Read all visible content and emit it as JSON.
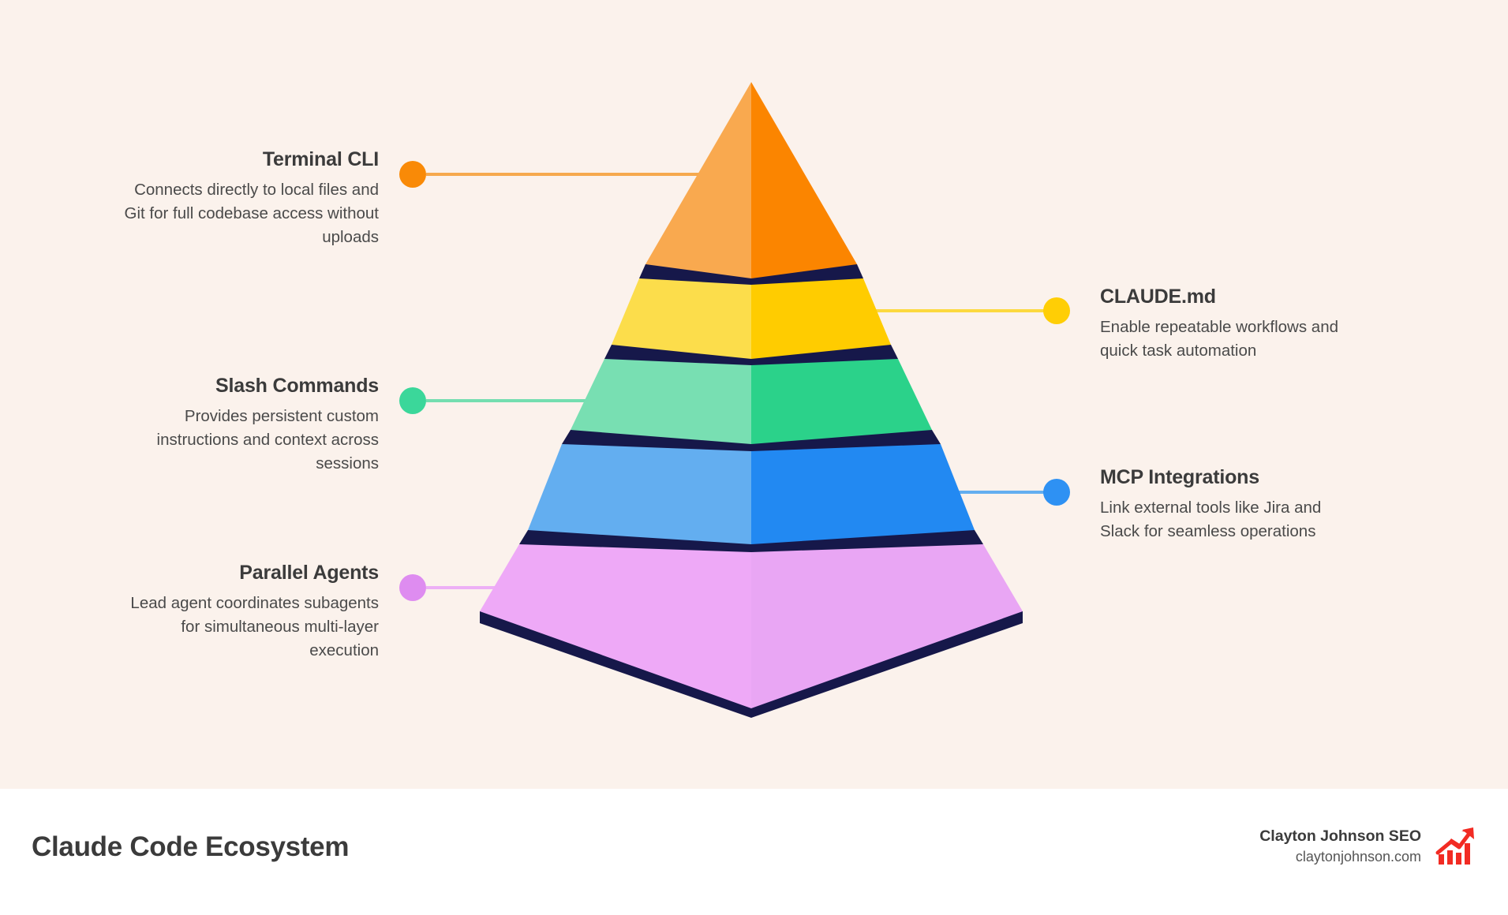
{
  "theme": {
    "background": "#FBF2EC",
    "footer_background": "#FFFFFF",
    "text_dark": "#3B3B3B",
    "text_body": "#4A4A4A",
    "shadow_navy": "#16184A",
    "logo_red": "#F22B23"
  },
  "chart_data": {
    "type": "pyramid",
    "title": "Claude Code Ecosystem",
    "levels": [
      {
        "index": 1,
        "position": "top",
        "label": "Terminal CLI",
        "description": "Connects directly to local files and Git for full codebase access without uploads",
        "side": "left",
        "color_left": "#F9A94F",
        "color_right": "#FB8500",
        "dot_color": "#F98A07",
        "line_color": "#F6A94E"
      },
      {
        "index": 2,
        "position": "upper-middle",
        "label": "CLAUDE.md",
        "description": "Enable repeatable workflows and quick task automation",
        "side": "right",
        "color_left": "#FCDD4B",
        "color_right": "#FFCC00",
        "dot_color": "#FFCE05",
        "line_color": "#FCD93F"
      },
      {
        "index": 3,
        "position": "middle",
        "label": "Slash Commands",
        "description": "Provides persistent custom instructions and context across sessions",
        "side": "left",
        "color_left": "#78DFB2",
        "color_right": "#2BD28A",
        "dot_color": "#3BD79A",
        "line_color": "#74DEB0"
      },
      {
        "index": 4,
        "position": "lower-middle",
        "label": "MCP Integrations",
        "description": "Link external tools like Jira and Slack for seamless operations",
        "side": "right",
        "color_left": "#63AEF0",
        "color_right": "#2289F2",
        "dot_color": "#2E91F3",
        "line_color": "#63AEF0"
      },
      {
        "index": 5,
        "position": "bottom",
        "label": "Parallel Agents",
        "description": "Lead agent coordinates subagents for simultaneous multi-layer execution",
        "side": "left",
        "color_left": "#EEA9F7",
        "color_right": "#E9A6F4",
        "dot_color": "#DE8CF0",
        "line_color": "#EDB0F6"
      }
    ]
  },
  "footer": {
    "title": "Claude Code Ecosystem",
    "brand_name": "Clayton Johnson SEO",
    "brand_url": "claytonjohnson.com",
    "logo_icon": "growth-bar-chart-icon"
  }
}
